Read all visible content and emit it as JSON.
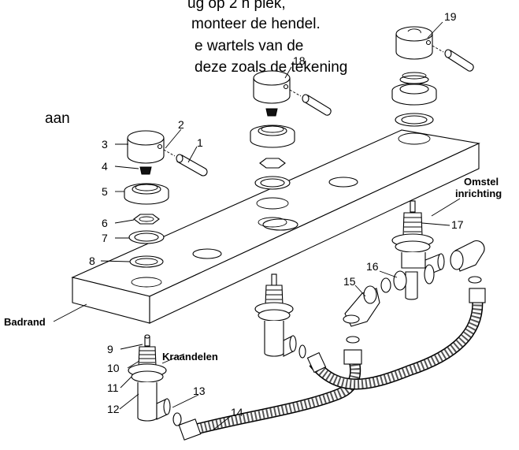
{
  "instructions": {
    "line1": "ug op 2 h plek,",
    "line2": "monteer de hendel.",
    "line3": "e wartels van de",
    "line4": "deze zoals de tekening",
    "line5": "aan"
  },
  "labels": {
    "badrand": "Badrand",
    "kraandelen": "Kraandelen",
    "omstel_line1": "Omstel",
    "omstel_line2": "inrichting"
  },
  "part_numbers": {
    "n1": "1",
    "n2": "2",
    "n3": "3",
    "n4": "4",
    "n5": "5",
    "n6": "6",
    "n7": "7",
    "n8": "8",
    "n9": "9",
    "n10": "10",
    "n11": "11",
    "n12": "12",
    "n13": "13",
    "n14": "14",
    "n15": "15",
    "n16": "16",
    "n17": "17",
    "n18": "18",
    "n19": "19"
  }
}
